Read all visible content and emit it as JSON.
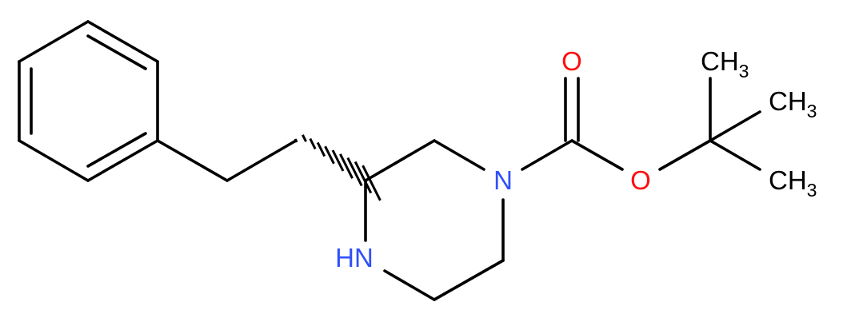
{
  "colors": {
    "background": "#ffffff",
    "bond": "#000000",
    "nitrogen": "#3050f8",
    "oxygen": "#ff0d0d",
    "carbon": "#000000"
  },
  "atoms": {
    "nh": {
      "text": "HN",
      "element": "nitrogen"
    },
    "n1": {
      "text": "N",
      "element": "nitrogen"
    },
    "o_carbonyl": {
      "text": "O",
      "element": "oxygen"
    },
    "o_ester": {
      "text": "O",
      "element": "oxygen"
    },
    "ch3_top": {
      "main": "CH",
      "sub": "3",
      "element": "carbon"
    },
    "ch3_mid": {
      "main": "CH",
      "sub": "3",
      "element": "carbon"
    },
    "ch3_bot": {
      "main": "CH",
      "sub": "3",
      "element": "carbon"
    }
  },
  "stereo": {
    "c3": "hashed-wedge"
  }
}
